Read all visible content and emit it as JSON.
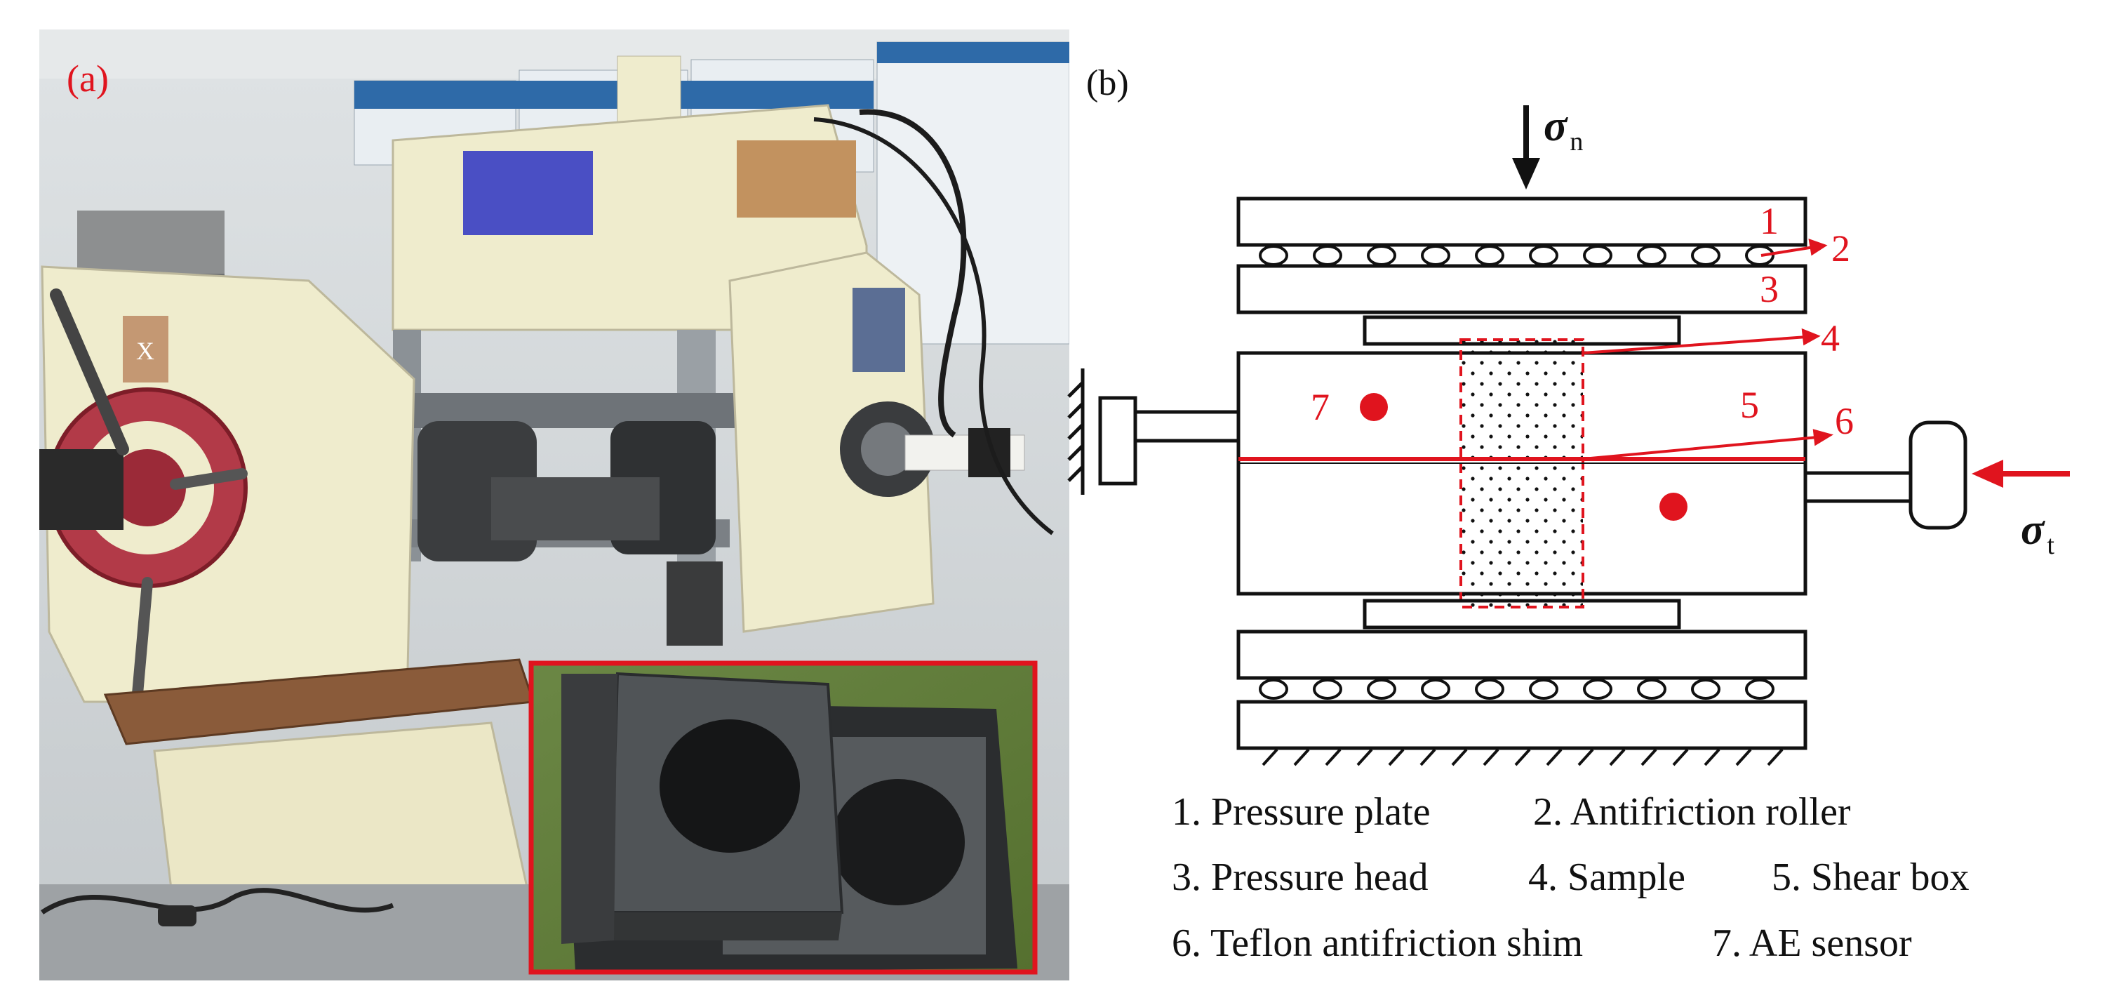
{
  "panel_a": {
    "label": "(a)",
    "machine_tag": "X"
  },
  "panel_b": {
    "label": "(b)",
    "sigma_symbol": "σ",
    "normal_subscript": "n",
    "tangential_subscript": "t",
    "numbers": {
      "n1": "1",
      "n2": "2",
      "n3": "3",
      "n4": "4",
      "n5": "5",
      "n6": "6",
      "n7": "7"
    },
    "legend": {
      "item1": "1. Pressure plate",
      "item2": "2. Antifriction roller",
      "item3": "3. Pressure head",
      "item4": "4. Sample",
      "item5": "5.  Shear box",
      "item6": "6. Teflon antifriction shim",
      "item7": "7. AE sensor"
    }
  },
  "colors": {
    "red": "#e0141e",
    "black": "#111111",
    "wall": "#cfd4d8",
    "machine": "#efeccd",
    "mat": "#5f7a3c",
    "steel": "#2f3133"
  }
}
